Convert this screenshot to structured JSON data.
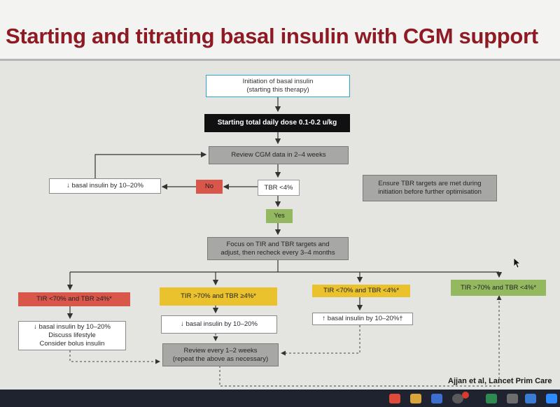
{
  "title": "Starting and titrating basal insulin with CGM support",
  "reference": "Ajjan et al, Lancet Prim Care",
  "colors": {
    "title": "#8e1a24",
    "init_border": "#2aa8c9",
    "dose_bg": "#101010",
    "grey_box": "#a7a7a5",
    "red": "#d9564a",
    "yellow": "#e9c22e",
    "green": "#93b85f"
  },
  "flow": {
    "init_line1": "Initiation of basal insulin",
    "init_line2": "(starting this therapy)",
    "dose": "Starting total daily dose 0.1-0.2 u/kg",
    "review_cgm": "Review CGM data in 2–4 weeks",
    "tbr_check": "TBR <4%",
    "no": "No",
    "yes": "Yes",
    "reduce": "↓ basal insulin by 10–20%",
    "note_line1": "Ensure TBR targets are met during",
    "note_line2": "initiation before further optimisation",
    "focus_line1": "Focus on TIR and TBR targets and",
    "focus_line2": "adjust, then recheck every 3–4 months",
    "branch1": "TIR <70% and TBR ≥4%*",
    "branch2": "TIR >70% and TBR ≥4%*",
    "branch3": "TIR <70% and TBR <4%*",
    "branch4": "TIR >70% and TBR <4%*",
    "action1_line1": "↓ basal insulin by 10–20%",
    "action1_line2": "Discuss lifestyle",
    "action1_line3": "Consider bolus insulin",
    "action2": "↓ basal insulin by 10–20%",
    "action3": "↑ basal insulin by 10–20%†",
    "review_line1": "Review every 1–2 weeks",
    "review_line2": "(repeat the above as necessary)"
  },
  "taskbar_icons": [
    "chrome-icon",
    "files-icon",
    "word-icon",
    "mail-icon",
    "notification-badge-icon",
    "excel-icon",
    "zoom-icon"
  ]
}
